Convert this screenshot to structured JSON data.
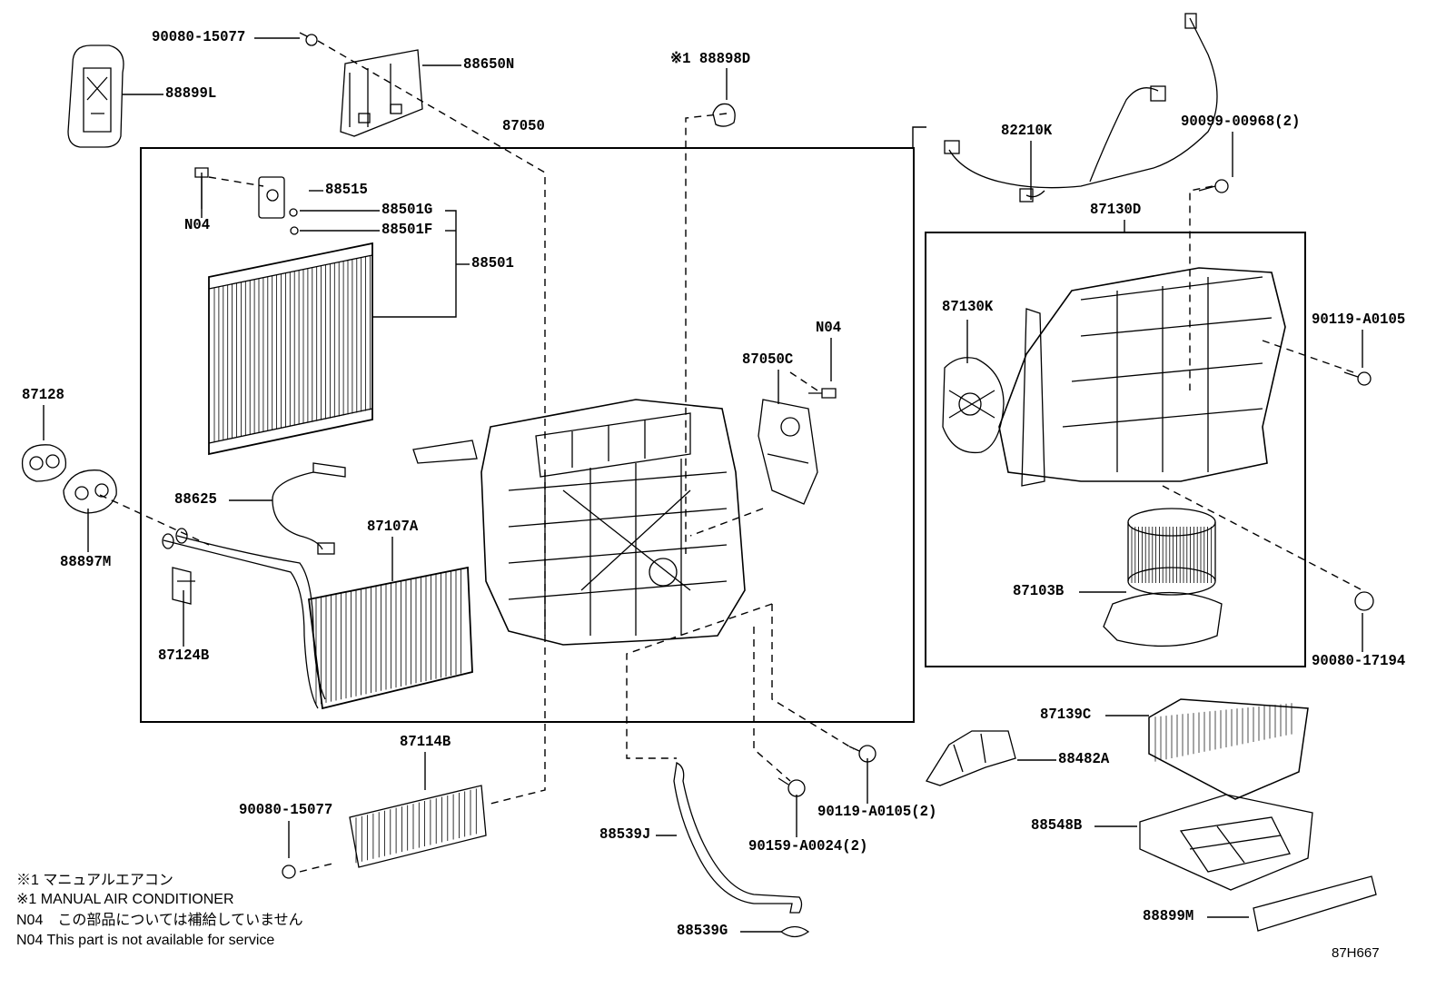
{
  "diagram": {
    "drawing_code": "87H667",
    "labels": {
      "p90080_15077_top": "90080-15077",
      "p88650N": "88650N",
      "p88899L": "88899L",
      "p88898D": "※1 88898D",
      "p87050": "87050",
      "p88515": "88515",
      "pN04_a": "N04",
      "p88501G": "88501G",
      "p88501F": "88501F",
      "p88501": "88501",
      "p82210K": "82210K",
      "p90099_00968": "90099-00968(2)",
      "p87130D": "87130D",
      "p87130K": "87130K",
      "p90119_A0105": "90119-A0105",
      "pN04_b": "N04",
      "p87050C": "87050C",
      "p87128": "87128",
      "p88625": "88625",
      "p87107A": "87107A",
      "p88897M": "88897M",
      "p87124B": "87124B",
      "p87103B": "87103B",
      "p90080_17194": "90080-17194",
      "p87139C": "87139C",
      "p87114B": "87114B",
      "p88482A": "88482A",
      "p90080_15077_bot": "90080-15077",
      "p90119_A0105_2": "90119-A0105(2)",
      "p88548B": "88548B",
      "p88539J": "88539J",
      "p90159_A0024": "90159-A0024(2)",
      "p88899M": "88899M",
      "p88539G": "88539G"
    },
    "notes": [
      "※1 マニュアルエアコン",
      "※1 MANUAL AIR CONDITIONER",
      "N04　この部品については補給していません",
      "N04  This part is not available for service"
    ]
  }
}
